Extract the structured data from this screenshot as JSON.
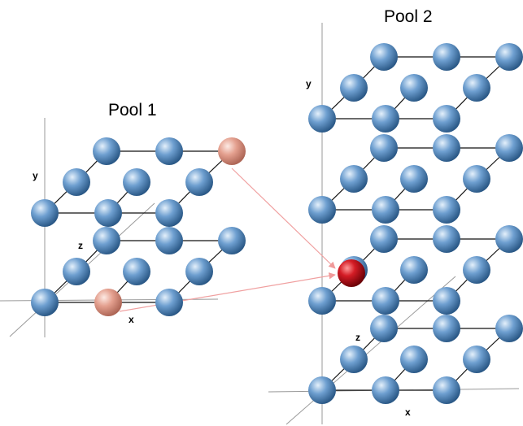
{
  "pools": [
    {
      "title": "Pool 1",
      "axes": {
        "x": "x",
        "y": "y",
        "z": "z"
      }
    },
    {
      "title": "Pool 2",
      "axes": {
        "x": "x",
        "y": "y",
        "z": "z"
      }
    }
  ],
  "colors": {
    "atom": "#5b8fc4",
    "atom_light": "#dbeaf7",
    "atom_dark": "#2a5c8c",
    "vacancy_atom": "#e6a090",
    "vacancy_light": "#fbe6e0",
    "vacancy_dark": "#b86f60",
    "migrated_atom": "#cc1a22",
    "migrated_light": "#ff8a8a",
    "migrated_dark": "#700007",
    "bond": "#000000",
    "axis": "#888888",
    "arrow": "#f0a0a0"
  }
}
